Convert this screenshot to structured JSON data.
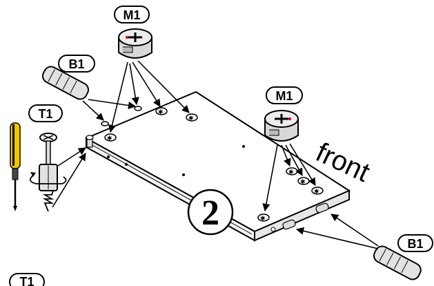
{
  "diagram": {
    "step_number": "2",
    "front_label": "front",
    "labels": {
      "m1_top": "M1",
      "m1_right": "M1",
      "b1_left": "B1",
      "b1_right": "B1",
      "t1_tool": "T1",
      "t1_bottom": "T1"
    },
    "icons": [
      "screwdriver-icon",
      "cam-lock-icon",
      "dowel-icon",
      "screw-bolt-icon",
      "rotate-arrow-icon"
    ]
  }
}
